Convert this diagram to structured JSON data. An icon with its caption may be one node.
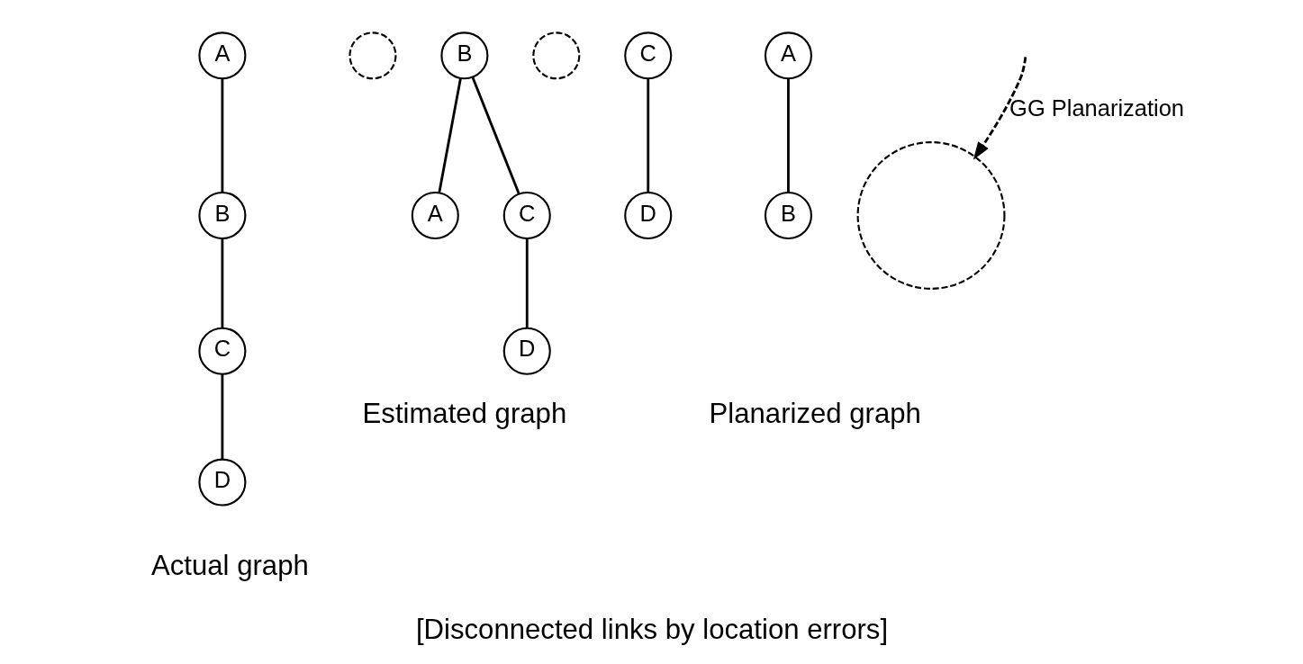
{
  "diagram": {
    "caption": "[Disconnected links by location errors]",
    "nodes": [
      {
        "text": [
          "A"
        ]
      },
      {
        "text": [
          "B"
        ]
      },
      {
        "text": [
          "C"
        ]
      },
      {
        "text": [
          "D"
        ]
      },
      {
        "text": [],
        "shape": "circle"
      },
      {
        "text": [
          "B"
        ]
      },
      {
        "text": [
          "A"
        ]
      },
      {
        "text": [
          "D"
        ]
      },
      {
        "text": [
          "C"
        ]
      },
      {
        "text": [],
        "shape": "circle"
      },
      {
        "text": [],
        "shape": "circle"
      },
      {
        "text": [
          "B"
        ]
      },
      {
        "text": [
          "A"
        ]
      },
      {
        "text": [
          "D"
        ]
      },
      {
        "text": [
          "C"
        ]
      }
    ],
    "edges": [
      {
        "from": 0,
        "to": 1,
        "arrow": "none"
      },
      {
        "from": 1,
        "to": 2,
        "arrow": "none"
      },
      {
        "from": 2,
        "to": 3,
        "arrow": "none"
      },
      {
        "from": 5,
        "to": 6,
        "arrow": "none"
      },
      {
        "from": 5,
        "to": 8,
        "arrow": "none"
      },
      {
        "from": 8,
        "to": 7,
        "arrow": "none"
      },
      {
        "from": null,
        "to": 10,
        "arrow": "to",
        "style": "dashed",
        "label": "GG Planarization"
      },
      {
        "from": 12,
        "to": 11,
        "arrow": "none"
      },
      {
        "from": 14,
        "to": 13,
        "arrow": "none"
      }
    ],
    "labels": [
      "Actual graph",
      "Estimated graph",
      "Planarized graph"
    ]
  }
}
